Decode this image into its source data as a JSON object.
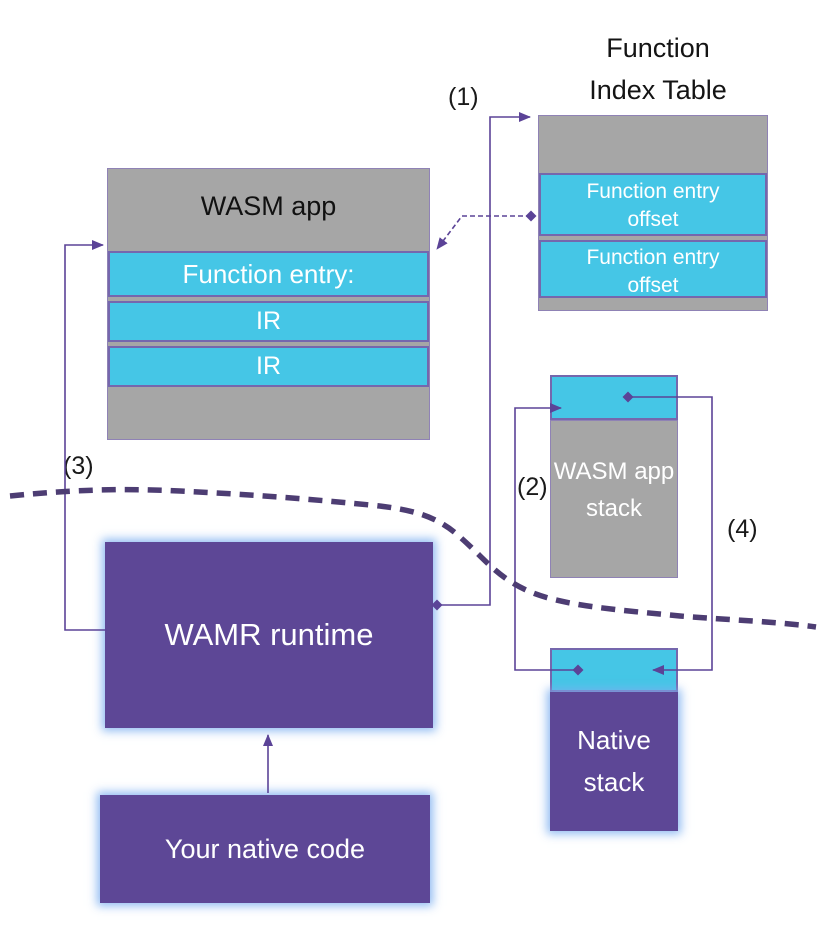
{
  "titles": {
    "function_index_table": "Function Index Table"
  },
  "labels": {
    "step1": "(1)",
    "step2": "(2)",
    "step3": "(3)",
    "step4": "(4)"
  },
  "wasm_app": {
    "header": "WASM app",
    "rows": [
      "Function entry:",
      "IR",
      "IR"
    ]
  },
  "function_index_table": {
    "rows": [
      "Function entry offset",
      "Function entry offset"
    ]
  },
  "wasm_stack": {
    "label": "WASM app stack"
  },
  "native_stack": {
    "label": "Native stack"
  },
  "wamr": {
    "label": "WAMR runtime"
  },
  "native_code": {
    "label": "Your native code"
  },
  "colors": {
    "gray": "#a6a6a6",
    "cyan": "#45c6e6",
    "purple": "#5d4796",
    "connector": "#5b4397",
    "divider": "#4d3d73",
    "glow": "#7dafF0"
  }
}
